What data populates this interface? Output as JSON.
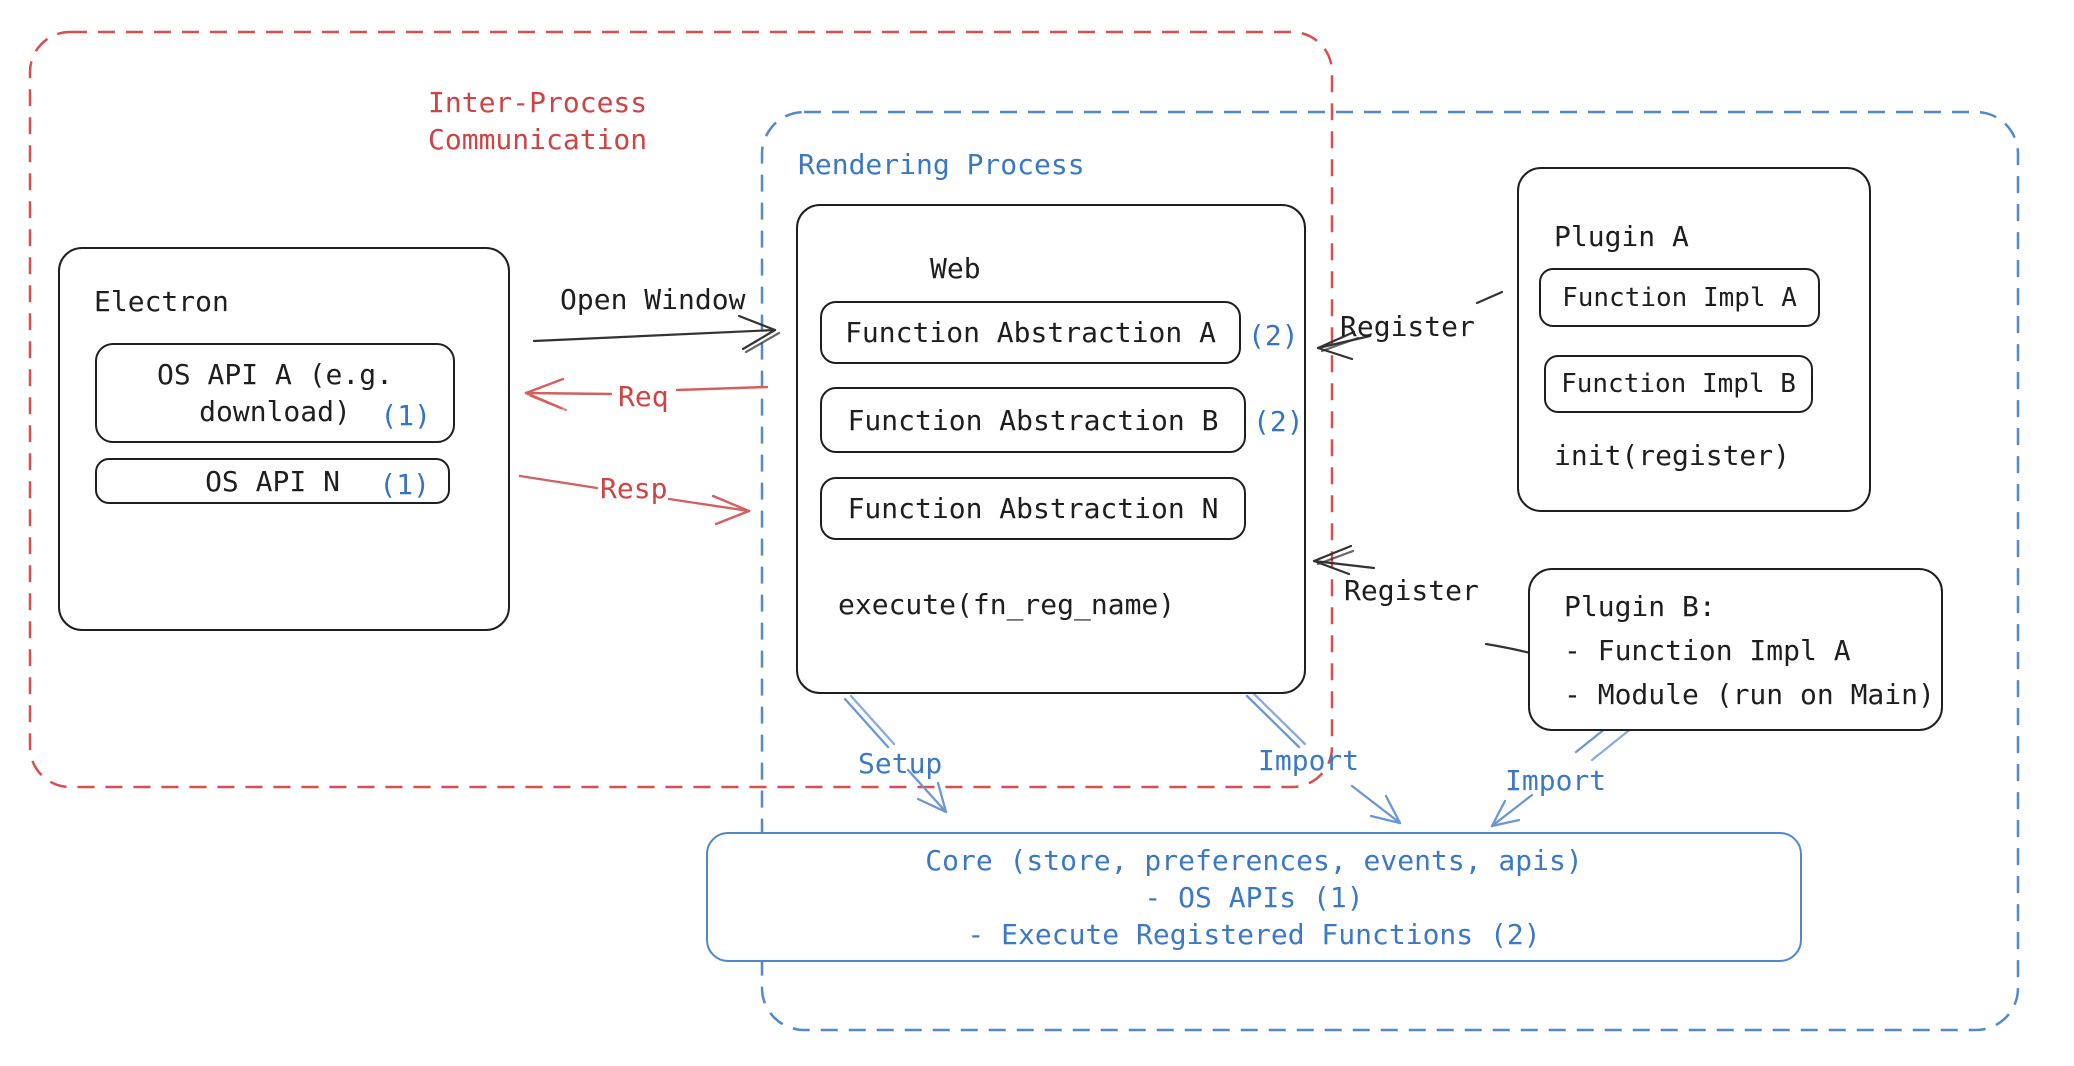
{
  "groups": {
    "ipc": {
      "title_line1": "Inter-Process",
      "title_line2": "Communication"
    },
    "rendering": {
      "title": "Rendering Process"
    }
  },
  "electron": {
    "title": "Electron",
    "os_api_a": {
      "line1": "OS API A (e.g.",
      "line2": "download)",
      "badge": "(1)"
    },
    "os_api_n": {
      "label": "OS API N",
      "badge": "(1)"
    }
  },
  "web": {
    "title": "Web",
    "fn_abstraction_a": {
      "label": "Function Abstraction A",
      "badge": "(2)"
    },
    "fn_abstraction_b": {
      "label": "Function Abstraction B",
      "badge": "(2)"
    },
    "fn_abstraction_n": {
      "label": "Function Abstraction N"
    },
    "execute": "execute(fn_reg_name)"
  },
  "plugin_a": {
    "title": "Plugin A",
    "impl_a": "Function Impl A",
    "impl_b": "Function Impl B",
    "init": "init(register)"
  },
  "plugin_b": {
    "title": "Plugin B:",
    "item_1": "- Function Impl A",
    "item_2": "- Module (run on Main)"
  },
  "core": {
    "line1": "Core (store, preferences, events, apis)",
    "line2": "- OS APIs (1)",
    "line3": "- Execute Registered Functions (2)"
  },
  "labels": {
    "open_window": "Open Window",
    "req": "Req",
    "resp": "Resp",
    "register_plugin_a": "Register",
    "register_plugin_b": "Register",
    "setup": "Setup",
    "import_web": "Import",
    "import_plugin_b": "Import"
  },
  "colors": {
    "red": "#ce4444",
    "blue": "#3b79c7",
    "black": "#1e1e1e"
  }
}
